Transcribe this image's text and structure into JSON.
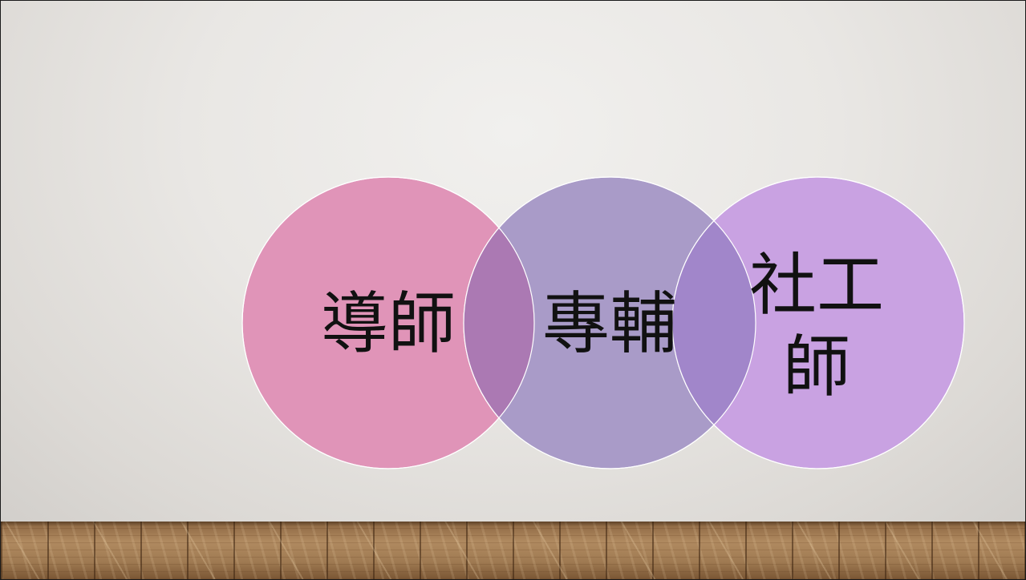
{
  "diagram": {
    "circles": [
      {
        "id": "mentor",
        "lines": [
          "導師"
        ],
        "color": "#e094b8"
      },
      {
        "id": "counselor",
        "lines": [
          "專輔"
        ],
        "color": "#a99bc8"
      },
      {
        "id": "social-worker",
        "lines": [
          "社工",
          "師"
        ],
        "color": "#c9a2e2"
      }
    ],
    "overlap_colors": {
      "mentor_counselor": "#ab79b3",
      "counselor_social": "#a186ca"
    }
  }
}
